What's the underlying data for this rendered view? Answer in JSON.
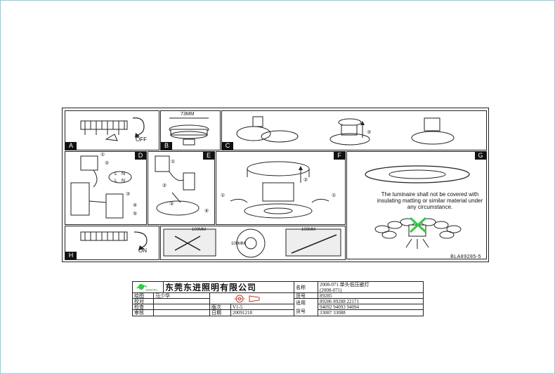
{
  "panels": {
    "A": {
      "label": "A",
      "off_text": "OFF"
    },
    "B": {
      "label": "B",
      "dim_text": "73MM"
    },
    "C": {
      "label": "C",
      "step": "③"
    },
    "D": {
      "label": "D",
      "steps": [
        "①",
        "②",
        "③",
        "④",
        "⑤"
      ],
      "terminals": [
        "L",
        "N",
        "L",
        "N"
      ]
    },
    "E": {
      "label": "E",
      "steps": [
        "①",
        "②",
        "③",
        "④"
      ]
    },
    "F": {
      "label": "F",
      "steps": [
        "①",
        "②",
        "①"
      ]
    },
    "G": {
      "label": "G",
      "warning": "The luminaire shall not be covered with insulating matting or similar material under any circumstance."
    },
    "H": {
      "label": "H",
      "on_text": "ON"
    },
    "I": {
      "dims": [
        "100MM",
        "100MM",
        "100MM"
      ]
    }
  },
  "drawing_code": "BLA89285-5",
  "title_block": {
    "company": "东莞东进照明有限公司",
    "logo_text": "JINDONG",
    "rows": [
      {
        "label": "绘图",
        "value": "马少华"
      },
      {
        "label": "校对",
        "value": ""
      },
      {
        "label": "检查",
        "value": ""
      },
      {
        "label": "审核",
        "value": ""
      }
    ],
    "version_label": "版次",
    "version_value": "V1-5",
    "date_label": "日期",
    "date_value": "20091218",
    "name_label": "名称",
    "name_value_1": "2008-071 单头低压嵌灯",
    "name_value_2": "(2008-071)",
    "item_label": "货号",
    "item_value": "89285",
    "applies_label_1": "适用",
    "applies_label_2": "货号",
    "applies_values": [
      "89286  89288  22171",
      "94092  94093  94094",
      "33087  33088"
    ]
  }
}
